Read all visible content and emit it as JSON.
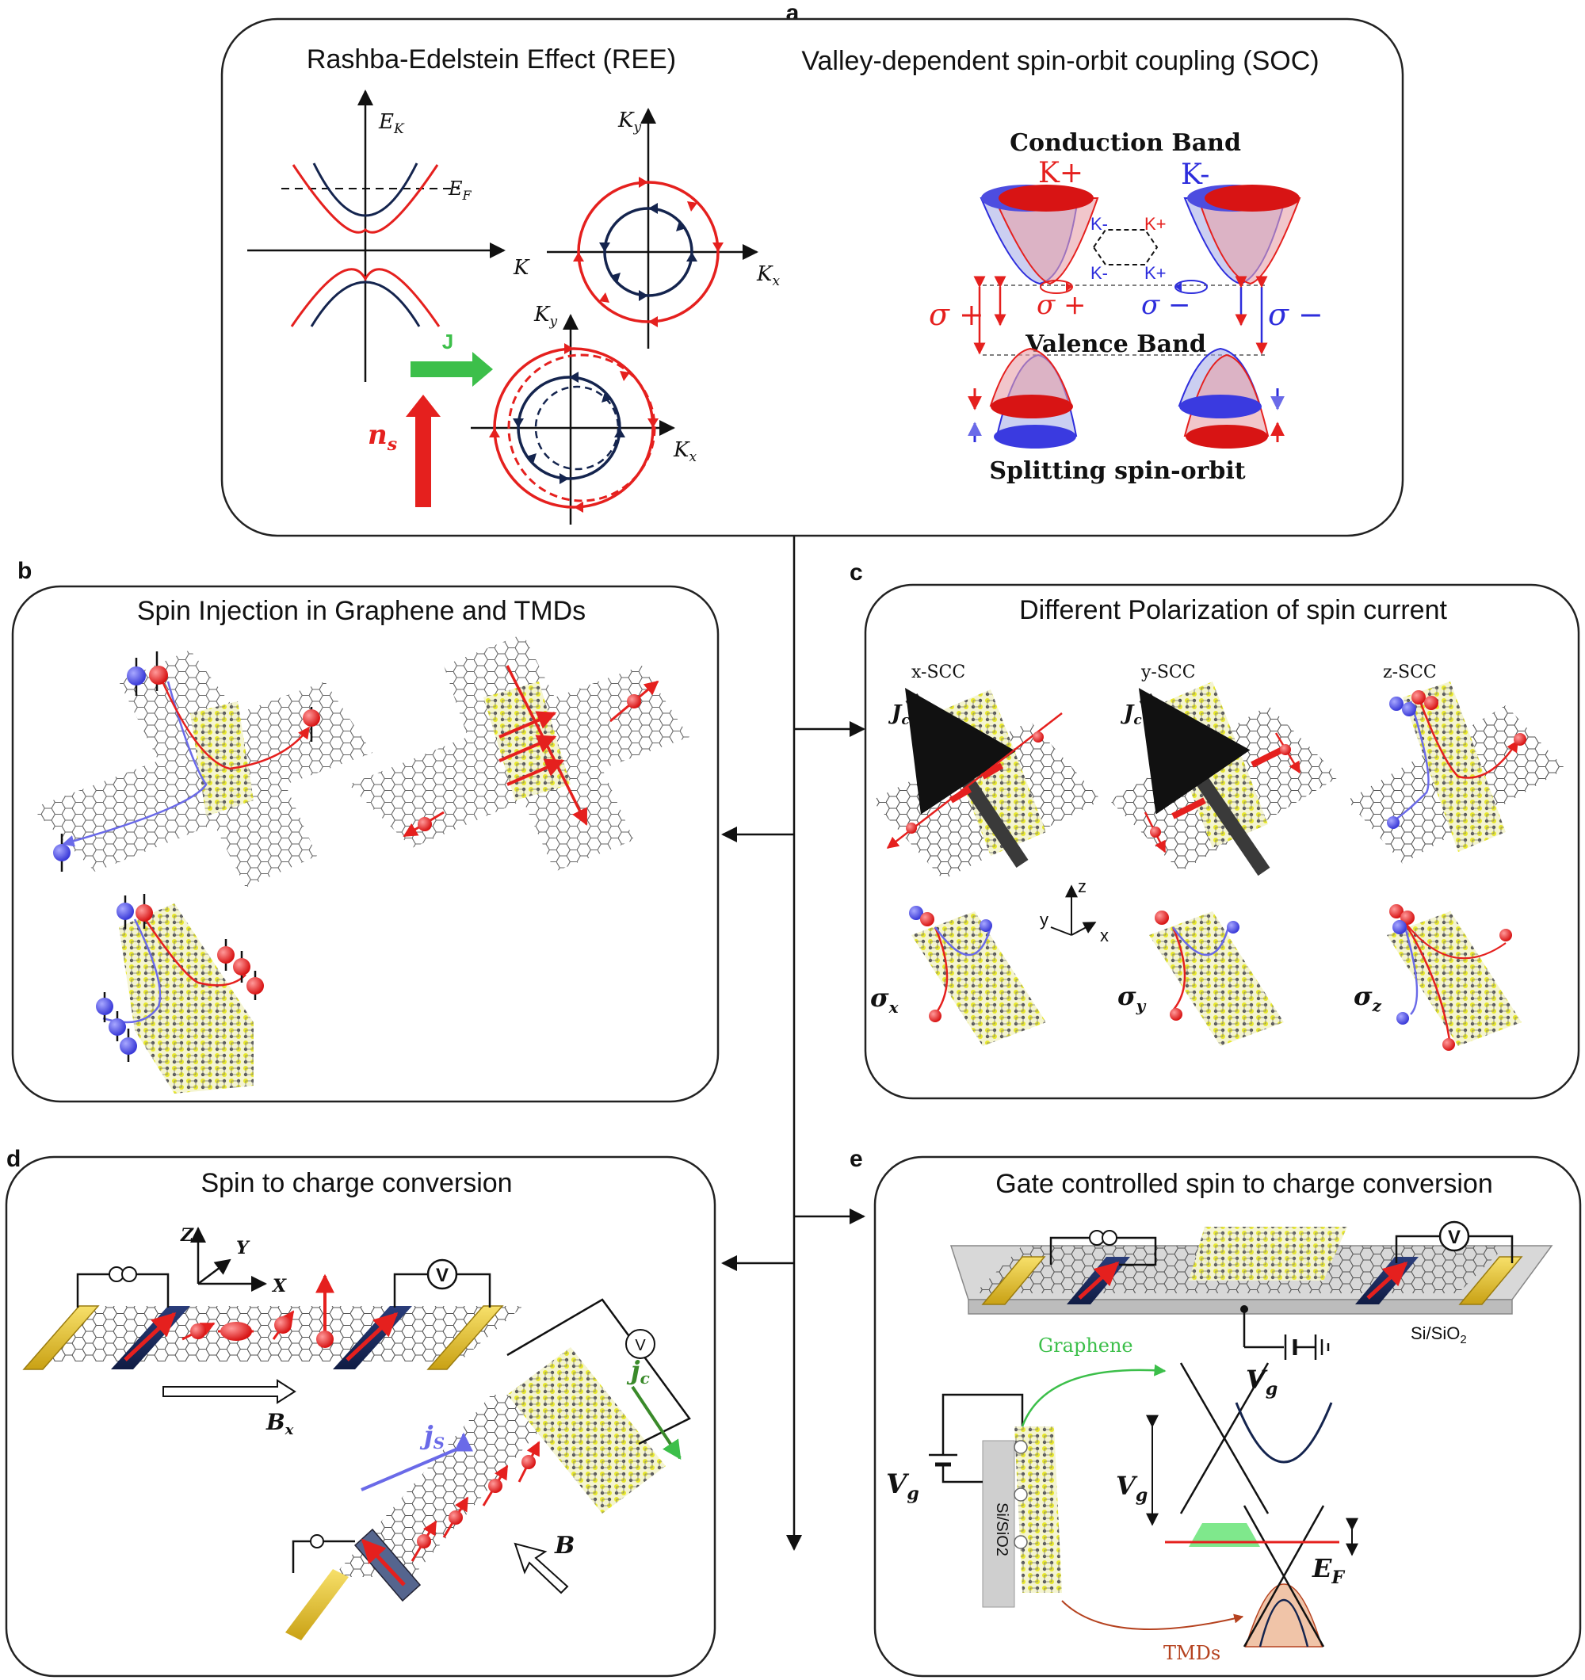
{
  "panels": {
    "a": {
      "letter": "a",
      "title_left": "Rashba-Edelstein Effect (REE)",
      "title_right": "Valley-dependent spin-orbit coupling (SOC)",
      "labels": {
        "ek": "E",
        "ek_sub": "K",
        "ef": "E",
        "ef_sub": "F",
        "k": "K",
        "ky": "K",
        "ky_sub": "y",
        "kx": "K",
        "kx_sub": "x",
        "j": "J",
        "ns": "n",
        "ns_sub": "s",
        "conduction_band": "Conduction Band",
        "valence_band": "Valence Band",
        "splitting": "Splitting spin-orbit",
        "k_plus": "K+",
        "k_minus": "K-",
        "sigma_plus": "σ +",
        "sigma_minus": "σ −",
        "hex_k_minus_1": "K-",
        "hex_k_plus_1": "K+",
        "hex_k_minus_2": "K-",
        "hex_k_plus_2": "K+"
      }
    },
    "b": {
      "letter": "b",
      "title": "Spin Injection in Graphene and TMDs"
    },
    "c": {
      "letter": "c",
      "title": "Different Polarization of spin current",
      "labels": {
        "xscc": "x-SCC",
        "yscc": "y-SCC",
        "zscc": "z-SCC",
        "jc": "J",
        "jc_sub": "c",
        "sx": "σ",
        "sx_sub": "x",
        "sy": "σ",
        "sy_sub": "y",
        "sz": "σ",
        "sz_sub": "z",
        "ax_z": "z",
        "ax_y": "y",
        "ax_x": "x"
      }
    },
    "d": {
      "letter": "d",
      "title": "Spin to charge conversion",
      "labels": {
        "z": "Z",
        "y": "Y",
        "x": "X",
        "v": "V",
        "bx": "B",
        "bx_sub": "x",
        "js": "j",
        "js_sub": "S",
        "jc": "j",
        "jc_sub": "c",
        "b": "B"
      }
    },
    "e": {
      "letter": "e",
      "title": "Gate controlled spin to charge conversion",
      "labels": {
        "v": "V",
        "si_sio2": "Si/SiO",
        "si_sio2_sub": "2",
        "graphene": "Graphene",
        "tmds": "TMDs",
        "vg": "V",
        "vg_sub": "g",
        "ef": "E",
        "ef_sub": "F",
        "si_vertical": "Si/SiO2"
      }
    }
  },
  "colors": {
    "red": "#e5201e",
    "blue": "#2d2ddc",
    "navy": "#14244e",
    "green": "#3cbf4a",
    "gold": "#e3c22c",
    "spin_blue": "#4d4de0",
    "tmd_yellow": "#e8e82a"
  }
}
